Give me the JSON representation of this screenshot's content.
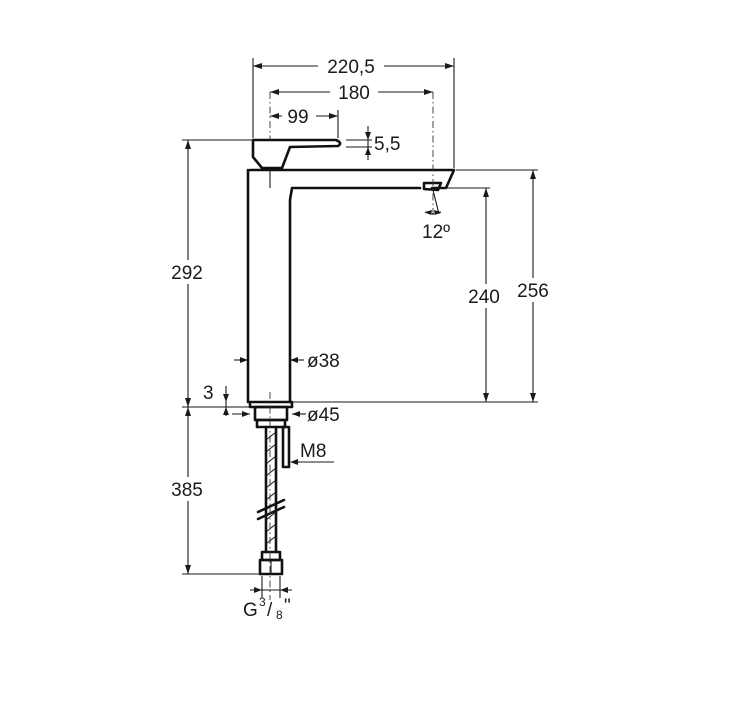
{
  "dimensions": {
    "overall_reach": "220,5",
    "spout_reach": "180",
    "lever_reach": "99",
    "lever_offset": "5,5",
    "outlet_angle": "12º",
    "total_height": "292",
    "spout_height": "240",
    "outlet_height": "256",
    "body_diameter": "ø38",
    "base_gap": "3",
    "base_diameter": "ø45",
    "thread": "M8",
    "hose_length": "385",
    "connection_prefix": "G",
    "connection_num": "3",
    "connection_den": "8",
    "connection_suffix": "\""
  }
}
